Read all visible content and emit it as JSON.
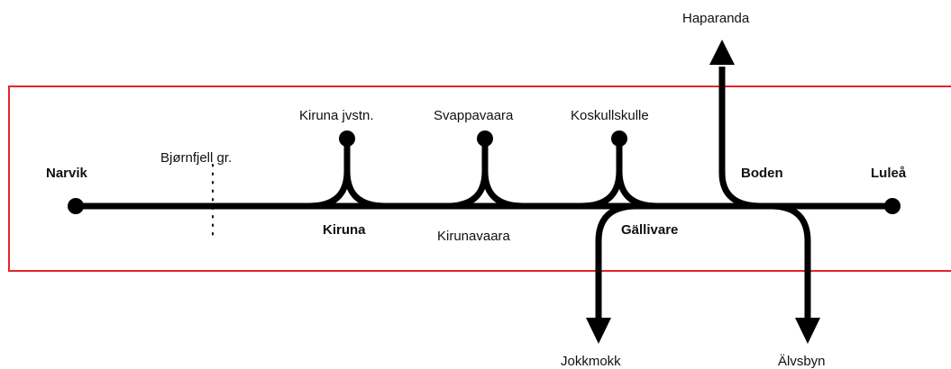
{
  "colors": {
    "track": "#000000",
    "highlight_box": "#e3242b",
    "text": "#111111",
    "background": "#ffffff"
  },
  "stations": {
    "narvik": "Narvik",
    "bjornfjell": "Bjørnfjell gr.",
    "kiruna_jvstn": "Kiruna jvstn.",
    "kiruna": "Kiruna",
    "svappavaara": "Svappavaara",
    "kirunavaara": "Kirunavaara",
    "koskullskulle": "Koskullskulle",
    "gallivare": "Gällivare",
    "boden": "Boden",
    "lulea": "Luleå",
    "haparanda": "Haparanda",
    "jokkmokk": "Jokkmokk",
    "alvsbyn": "Älvsbyn"
  }
}
